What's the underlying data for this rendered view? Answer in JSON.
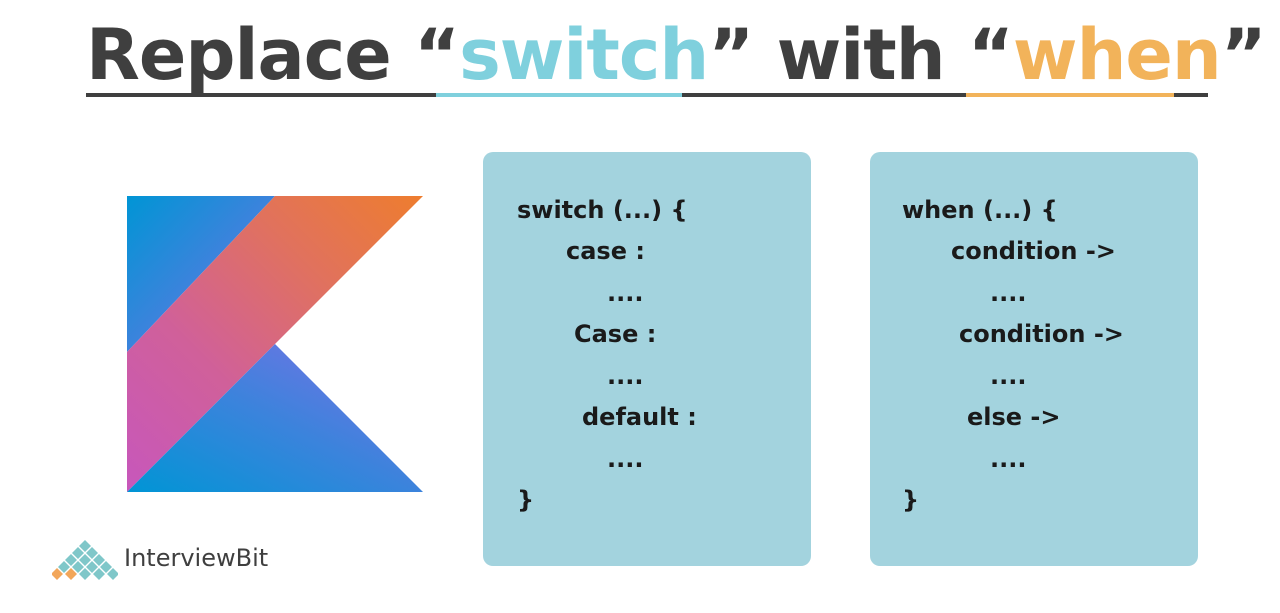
{
  "title": {
    "part1": "Replace “",
    "highlight1": "switch",
    "part2": "” with “",
    "highlight2": "when",
    "part3": "”"
  },
  "colors": {
    "title_text": "#3f3f3f",
    "highlight_blue": "#7fd0dd",
    "highlight_orange": "#f2b35a",
    "card_bg": "#a3d3de"
  },
  "switch_card": {
    "lines": [
      "switch (...) {",
      "case :",
      "....",
      "Case :",
      "....",
      "default :",
      "....",
      "}"
    ]
  },
  "when_card": {
    "lines": [
      "when (...) {",
      "condition ->",
      "....",
      "condition ->",
      "....",
      "else ->",
      "....",
      "}"
    ]
  },
  "brand": {
    "name": "InterviewBit",
    "icon": "interviewbit-logo-icon"
  },
  "logo": {
    "icon": "kotlin-logo-icon"
  }
}
